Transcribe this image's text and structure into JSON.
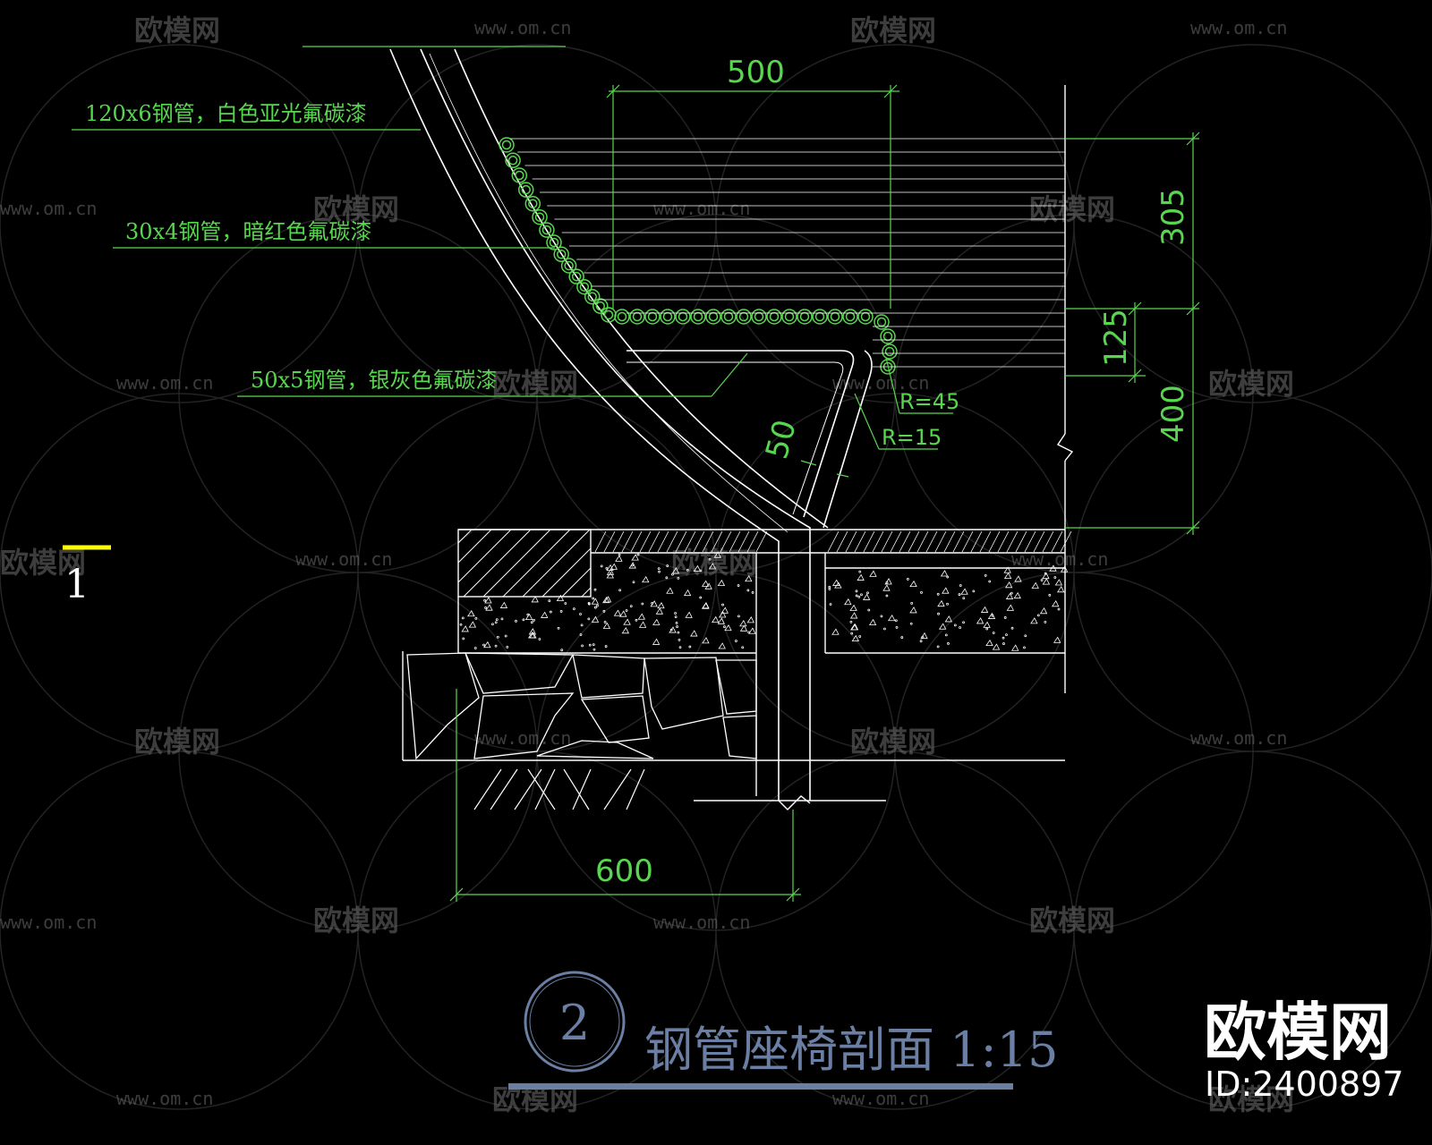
{
  "labels": {
    "pipe_120": "120x6钢管，白色亚光氟碳漆",
    "pipe_30": "30x4钢管，暗红色氟碳漆",
    "pipe_50": "50x5钢管，银灰色氟碳漆"
  },
  "dimensions": {
    "width_top": "500",
    "height_305": "305",
    "height_125": "125",
    "height_400": "400",
    "width_bottom": "600",
    "gap_50": "50",
    "radius_45": "R=45",
    "radius_15": "R=15"
  },
  "section_marker": "1",
  "title": {
    "number": "2",
    "text": "钢管座椅剖面 1:15"
  },
  "watermark": {
    "url": "www.om.cn",
    "brand": "欧模网"
  },
  "logo": {
    "brand": "欧模网",
    "id": "ID:2400897"
  },
  "colors": {
    "background": "#000000",
    "linework": "#ffffff",
    "annotation": "#59d64f",
    "title": "#6a7fa3"
  }
}
